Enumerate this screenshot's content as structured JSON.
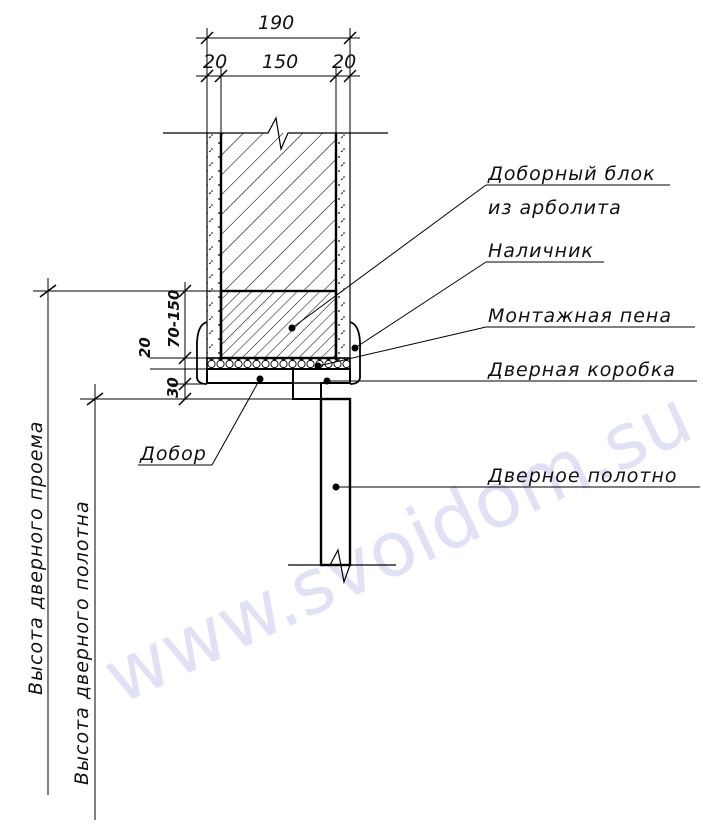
{
  "dimensions": {
    "total": "190",
    "left_layer": "20",
    "core": "150",
    "right_layer": "20",
    "block_height": "70-150",
    "foam_height": "20",
    "frame_height": "30"
  },
  "callouts": {
    "extension_block_line1": "Доборный блок",
    "extension_block_line2": "из арболита",
    "casing": "Наличник",
    "mounting_foam": "Монтажная пена",
    "door_frame": "Дверная коробка",
    "door_extension": "Добор",
    "door_leaf": "Дверное полотно"
  },
  "vertical_labels": {
    "opening_height": "Высота дверного проема",
    "leaf_height": "Высота дверного полотна"
  },
  "watermark": "www.svoidom.su"
}
